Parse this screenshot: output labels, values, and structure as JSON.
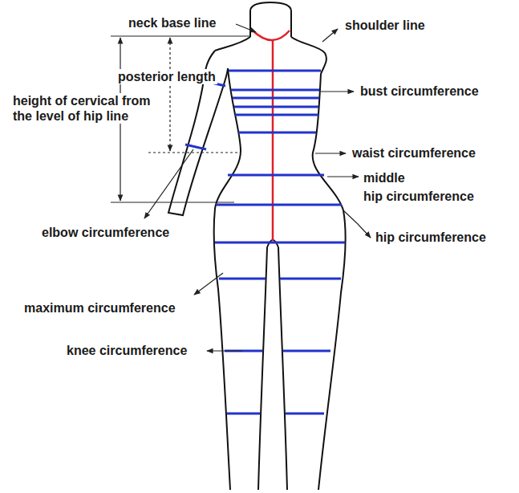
{
  "diagram": {
    "labels": [
      "neck base line",
      "shoulder line",
      "posterior length",
      "height of cervical from the level of hip line",
      "bust circumference",
      "waist circumference",
      "middle hip circumference",
      "elbow circumference",
      "hip circumference",
      "maximum circumference",
      "knee circumference"
    ]
  }
}
